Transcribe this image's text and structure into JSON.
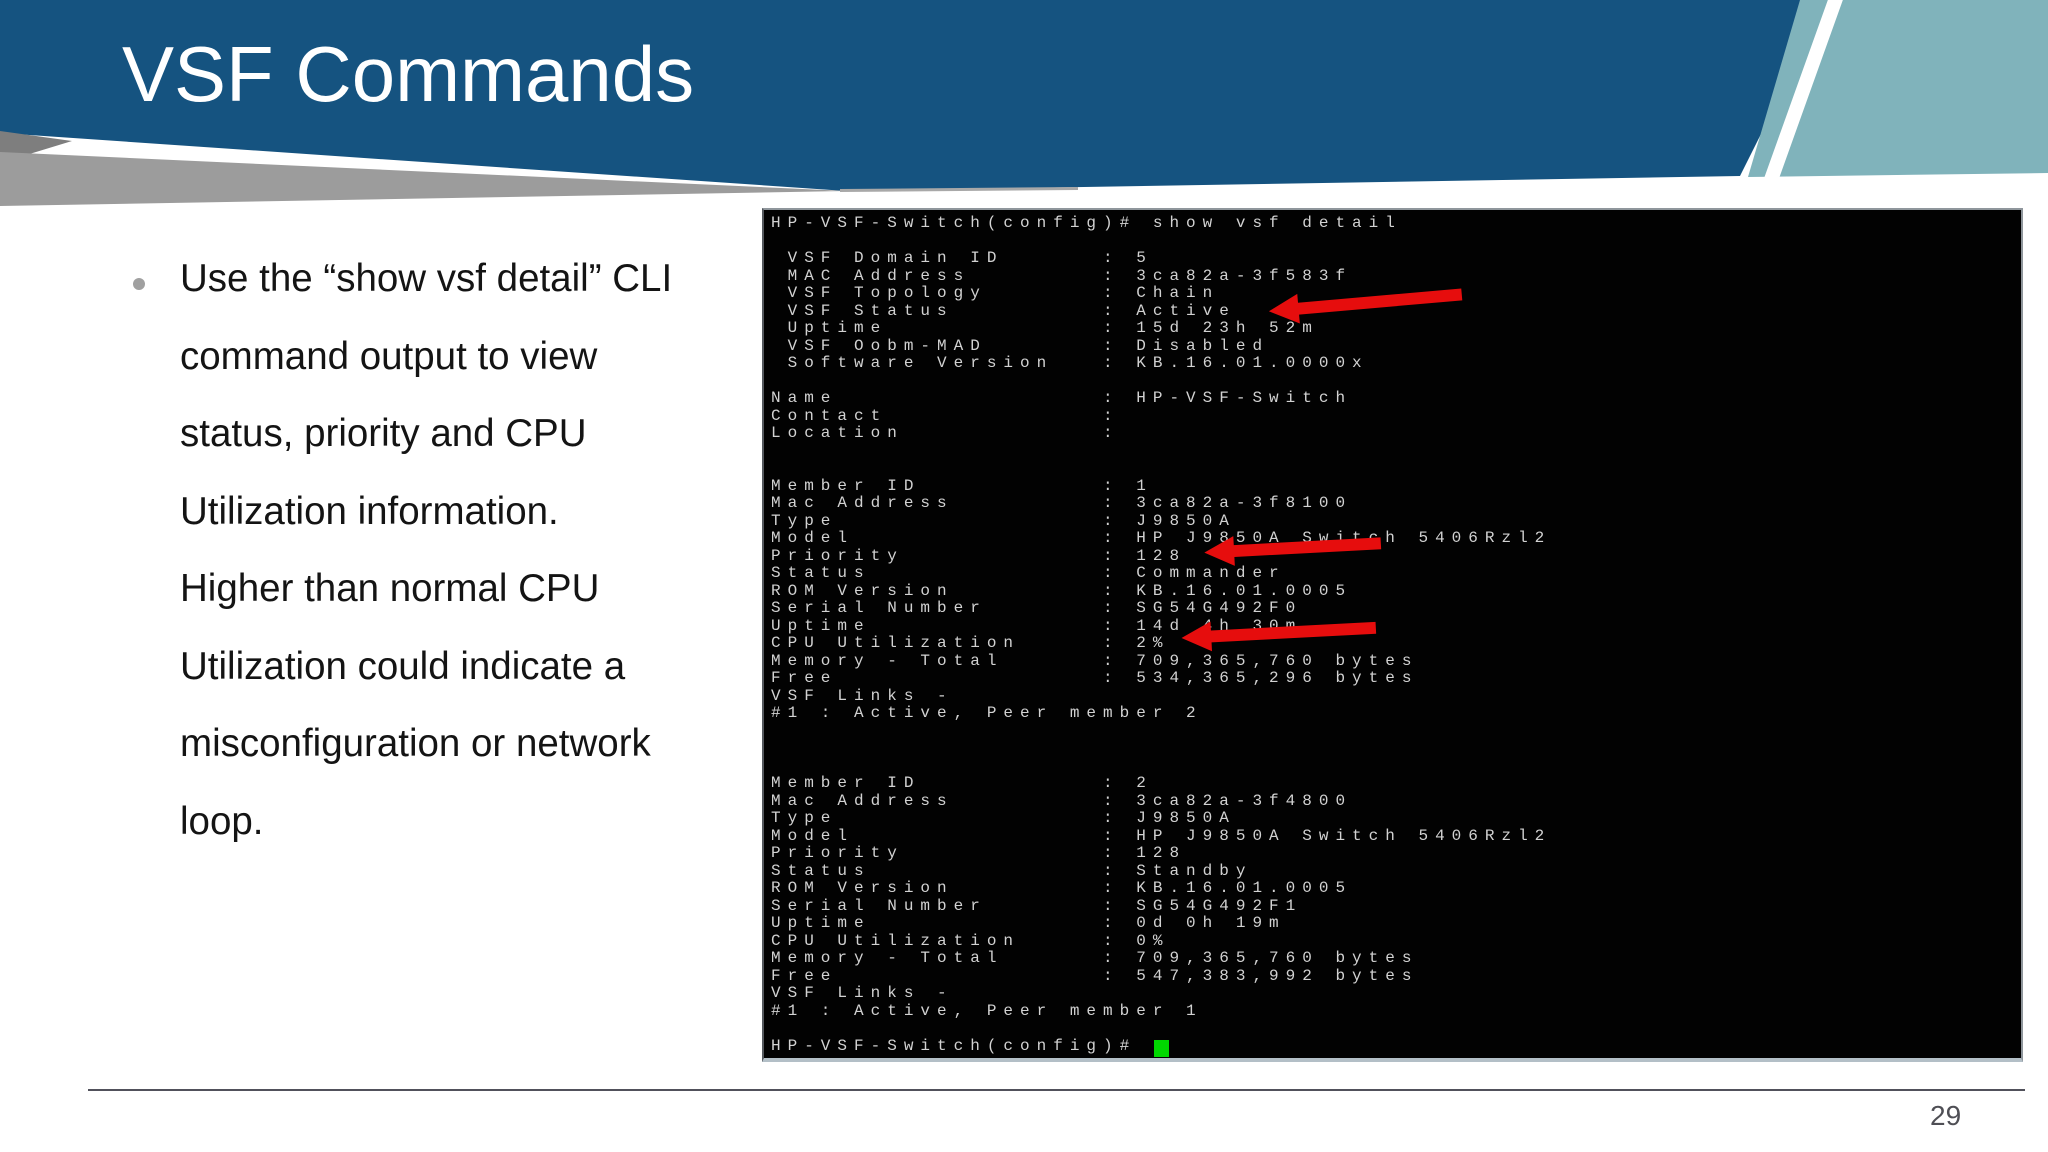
{
  "slide": {
    "title": "VSF Commands",
    "page_number": "29",
    "bullet_lines": [
      "Use the “show vsf detail” CLI",
      "command output to view",
      "status, priority and CPU",
      "Utilization information.",
      "Higher than normal CPU",
      "Utilization could indicate a",
      "misconfiguration or network",
      "loop."
    ]
  },
  "terminal": {
    "lines": [
      "HP-VSF-Switch(config)# show vsf detail",
      "",
      " VSF Domain ID      : 5",
      " MAC Address        : 3ca82a-3f583f",
      " VSF Topology       : Chain",
      " VSF Status         : Active",
      " Uptime             : 15d 23h 52m",
      " VSF Oobm-MAD       : Disabled",
      " Software Version   : KB.16.01.0000x",
      "",
      "Name                : HP-VSF-Switch",
      "Contact             :",
      "Location            :",
      "",
      "",
      "Member ID           : 1",
      "Mac Address         : 3ca82a-3f8100",
      "Type                : J9850A",
      "Model               : HP J9850A Switch 5406Rzl2",
      "Priority            : 128",
      "Status              : Commander",
      "ROM Version         : KB.16.01.0005",
      "Serial Number       : SG54G492F0",
      "Uptime              : 14d 4h 30m",
      "CPU Utilization     : 2%",
      "Memory - Total      : 709,365,760 bytes",
      "Free                : 534,365,296 bytes",
      "VSF Links -",
      "#1 : Active, Peer member 2",
      "",
      "",
      "",
      "Member ID           : 2",
      "Mac Address         : 3ca82a-3f4800",
      "Type                : J9850A",
      "Model               : HP J9850A Switch 5406Rzl2",
      "Priority            : 128",
      "Status              : Standby",
      "ROM Version         : KB.16.01.0005",
      "Serial Number       : SG54G492F1",
      "Uptime              : 0d 0h 19m",
      "CPU Utilization     : 0%",
      "Memory - Total      : 709,365,760 bytes",
      "Free                : 547,383,992 bytes",
      "VSF Links -",
      "#1 : Active, Peer member 1",
      "",
      "HP-VSF-Switch(config)# "
    ],
    "cursor": "green-block"
  },
  "annotations": {
    "arrows": [
      {
        "points_to": "VSF Status : Active"
      },
      {
        "points_to": "Priority : 128"
      },
      {
        "points_to": "CPU Utilization : 2%"
      }
    ]
  },
  "colors": {
    "header_blue": "#155380",
    "corner_teal": "#80b3bb",
    "wedge_gray_light": "#9c9c9c",
    "wedge_gray_dark": "#7e7e7e",
    "terminal_background": "#020202",
    "terminal_text": "#d2d2d2",
    "arrow_red": "#e60d0d",
    "cursor_green": "#00d800",
    "footer_line": "#51515b",
    "page_number_gray": "#4f4f55"
  }
}
